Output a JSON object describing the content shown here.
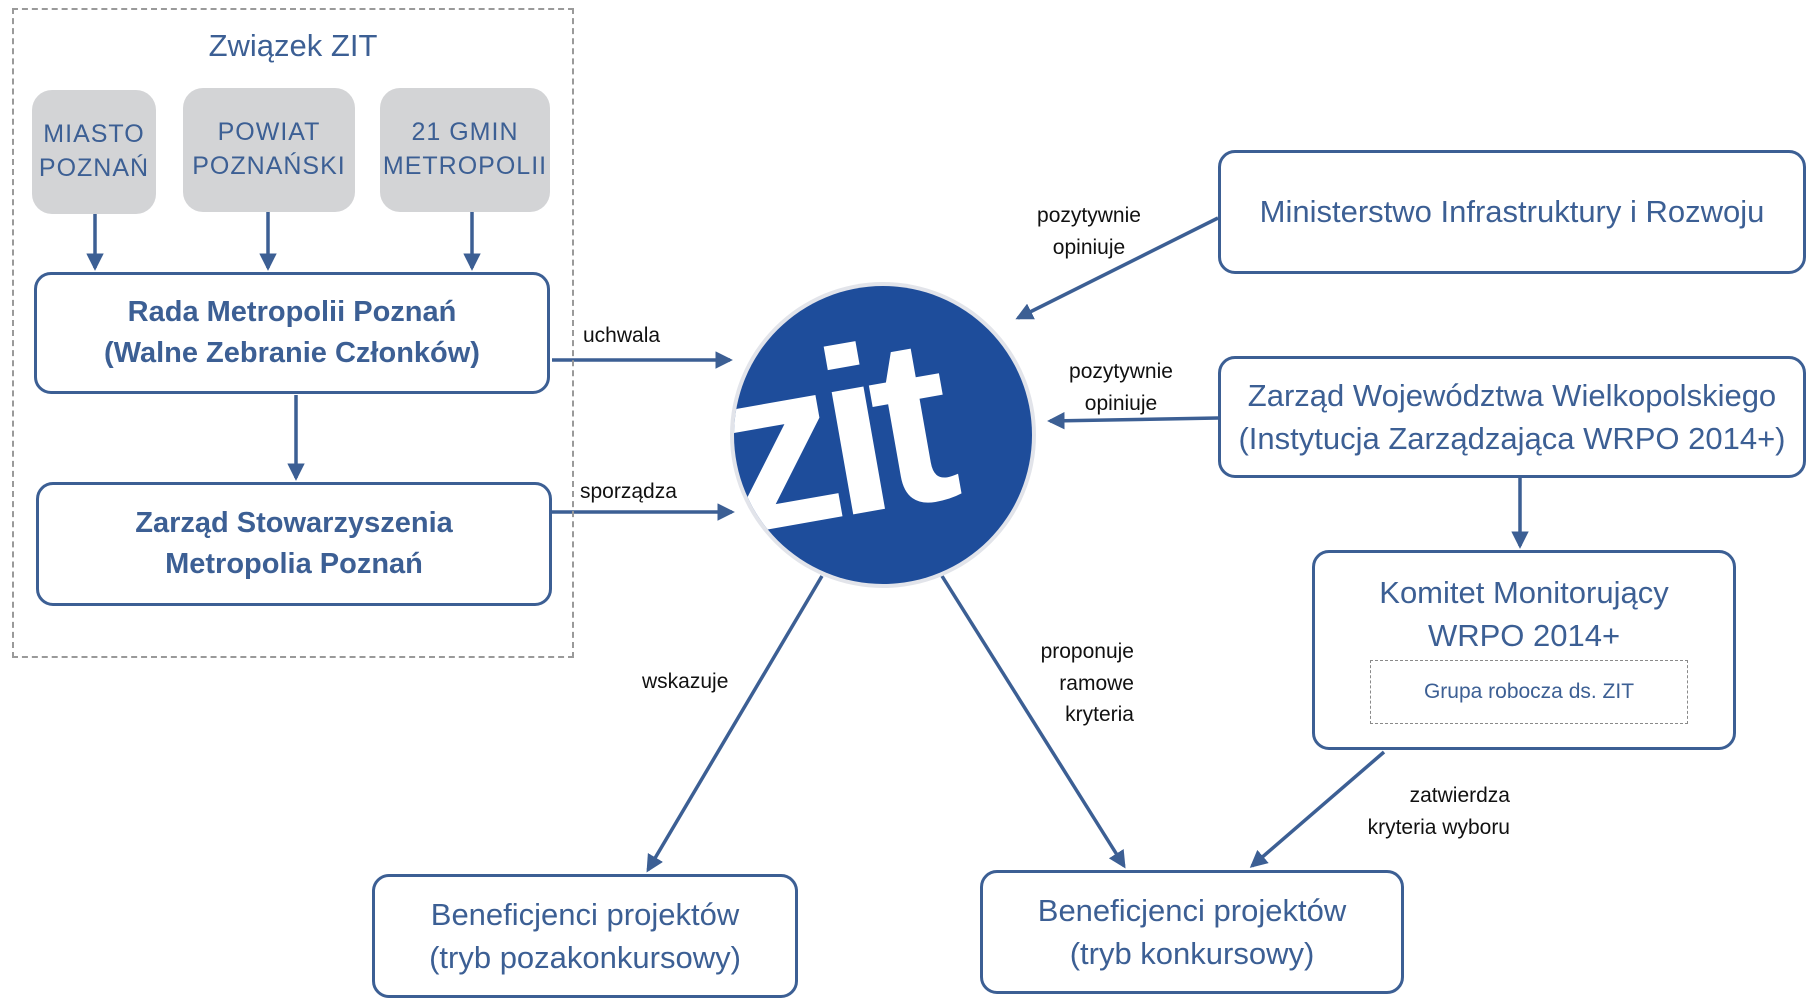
{
  "group": {
    "title": "Związek ZIT"
  },
  "members": {
    "miasto": [
      "MIASTO",
      "POZNAŃ"
    ],
    "powiat": [
      "POWIAT",
      "POZNAŃSKI"
    ],
    "gminy": [
      "21 GMIN",
      "METROPOLII"
    ]
  },
  "rada": [
    "Rada Metropolii Poznań",
    "(Walne Zebranie Członków)"
  ],
  "zarzad_stow": [
    "Zarząd Stowarzyszenia",
    "Metropolia Poznań"
  ],
  "zit_logo": "zit",
  "ministerstwo": "Ministerstwo Infrastruktury i Rozwoju",
  "zarzad_woj": [
    "Zarząd Województwa Wielkopolskiego",
    "(Instytucja Zarządzająca WRPO 2014+)"
  ],
  "komitet": [
    "Komitet Monitorujący",
    "WRPO 2014+"
  ],
  "grupa_robocza": "Grupa robocza ds. ZIT",
  "benef_poza": [
    "Beneficjenci projektów",
    "(tryb pozakonkursowy)"
  ],
  "benef_konk": [
    "Beneficjenci projektów",
    "(tryb konkursowy)"
  ],
  "labels": {
    "uchwala": "uchwala",
    "sporzadza": "sporządza",
    "pozytywnie1": [
      "pozytywnie",
      "opiniuje"
    ],
    "pozytywnie2": [
      "pozytywnie",
      "opiniuje"
    ],
    "wskazuje": "wskazuje",
    "proponuje": [
      "proponuje",
      "ramowe",
      "kryteria"
    ],
    "zatwierdza": [
      "zatwierdza",
      "kryteria wyboru"
    ]
  },
  "colors": {
    "accent": "#3c5f94",
    "logo_blue": "#1e4d9b",
    "gray_box": "#d3d4d6"
  }
}
